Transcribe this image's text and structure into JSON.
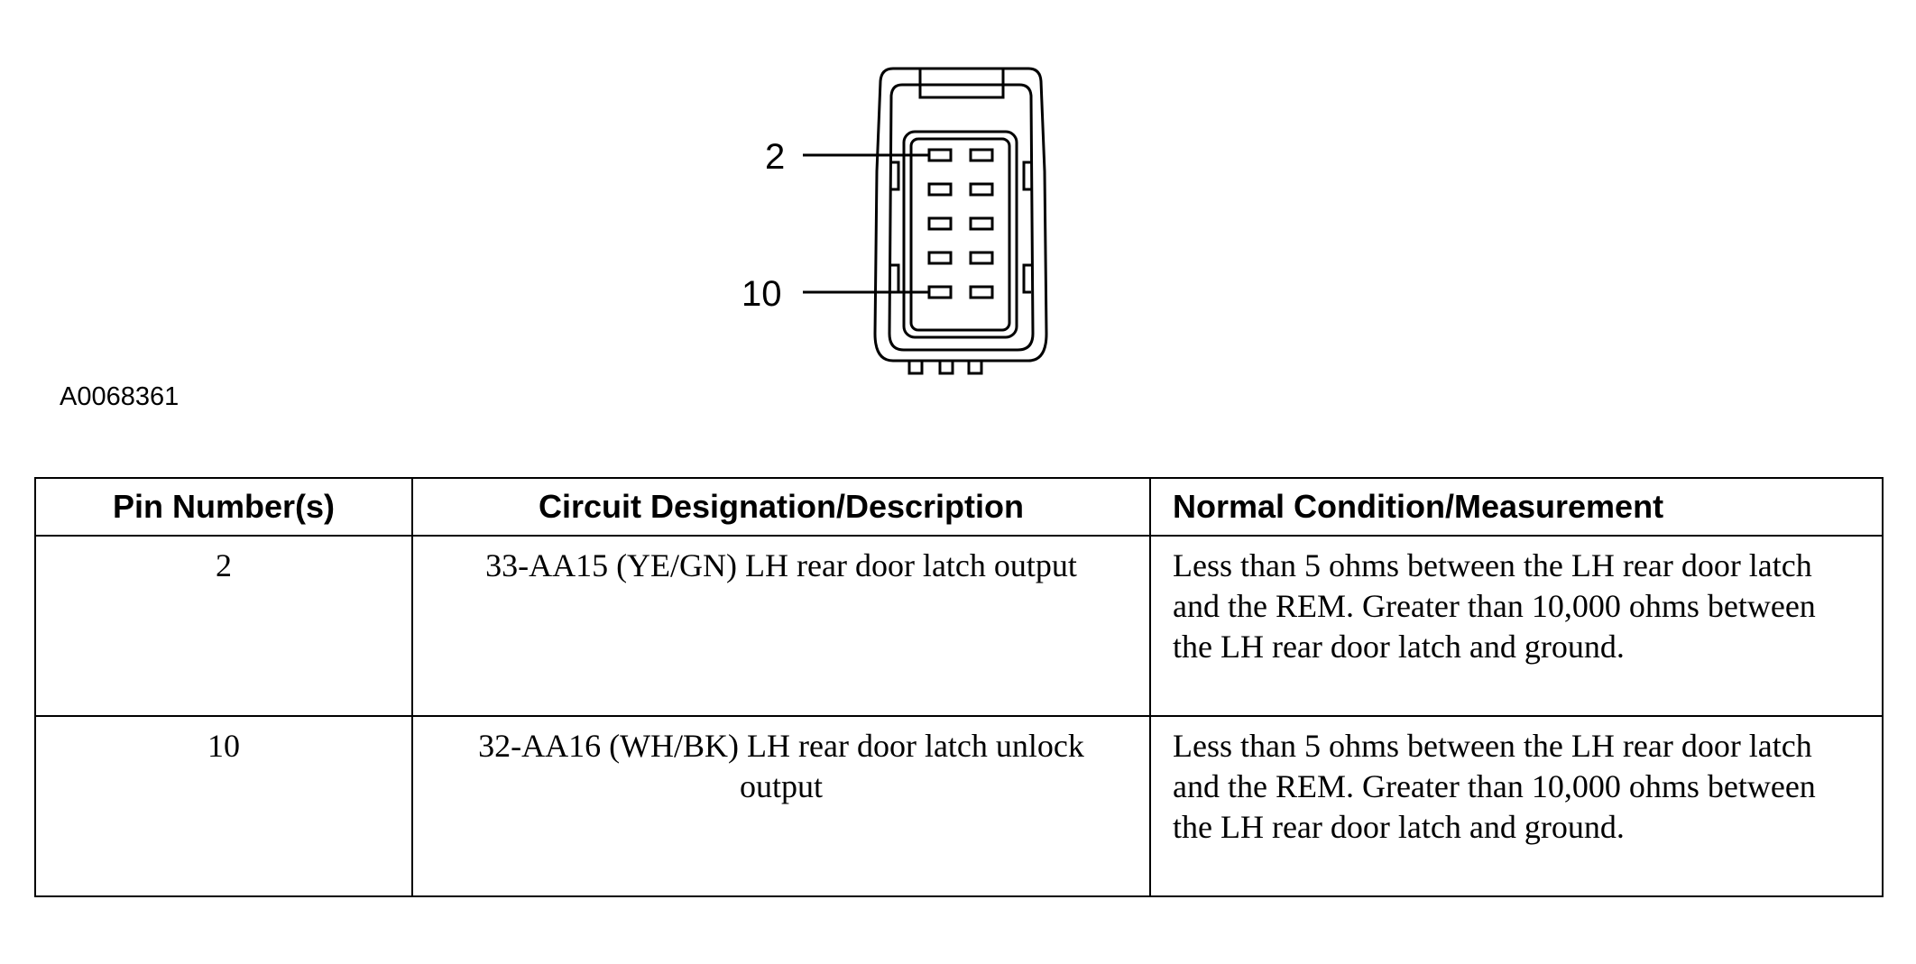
{
  "diagram": {
    "pin_labels": [
      "2",
      "10"
    ],
    "figure_id": "A0068361"
  },
  "table": {
    "headers": [
      "Pin Number(s)",
      "Circuit Designation/Description",
      "Normal Condition/Measurement"
    ],
    "rows": [
      {
        "pin": "2",
        "circuit": "33-AA15 (YE/GN) LH rear door latch output",
        "measurement": "Less than 5 ohms between the LH rear door latch and the REM. Greater than 10,000 ohms between the LH rear door latch and ground."
      },
      {
        "pin": "10",
        "circuit": "32-AA16 (WH/BK) LH rear door latch unlock output",
        "measurement": "Less than 5 ohms between the LH rear door latch and the REM. Greater than 10,000 ohms between the LH rear door latch and ground."
      }
    ]
  }
}
